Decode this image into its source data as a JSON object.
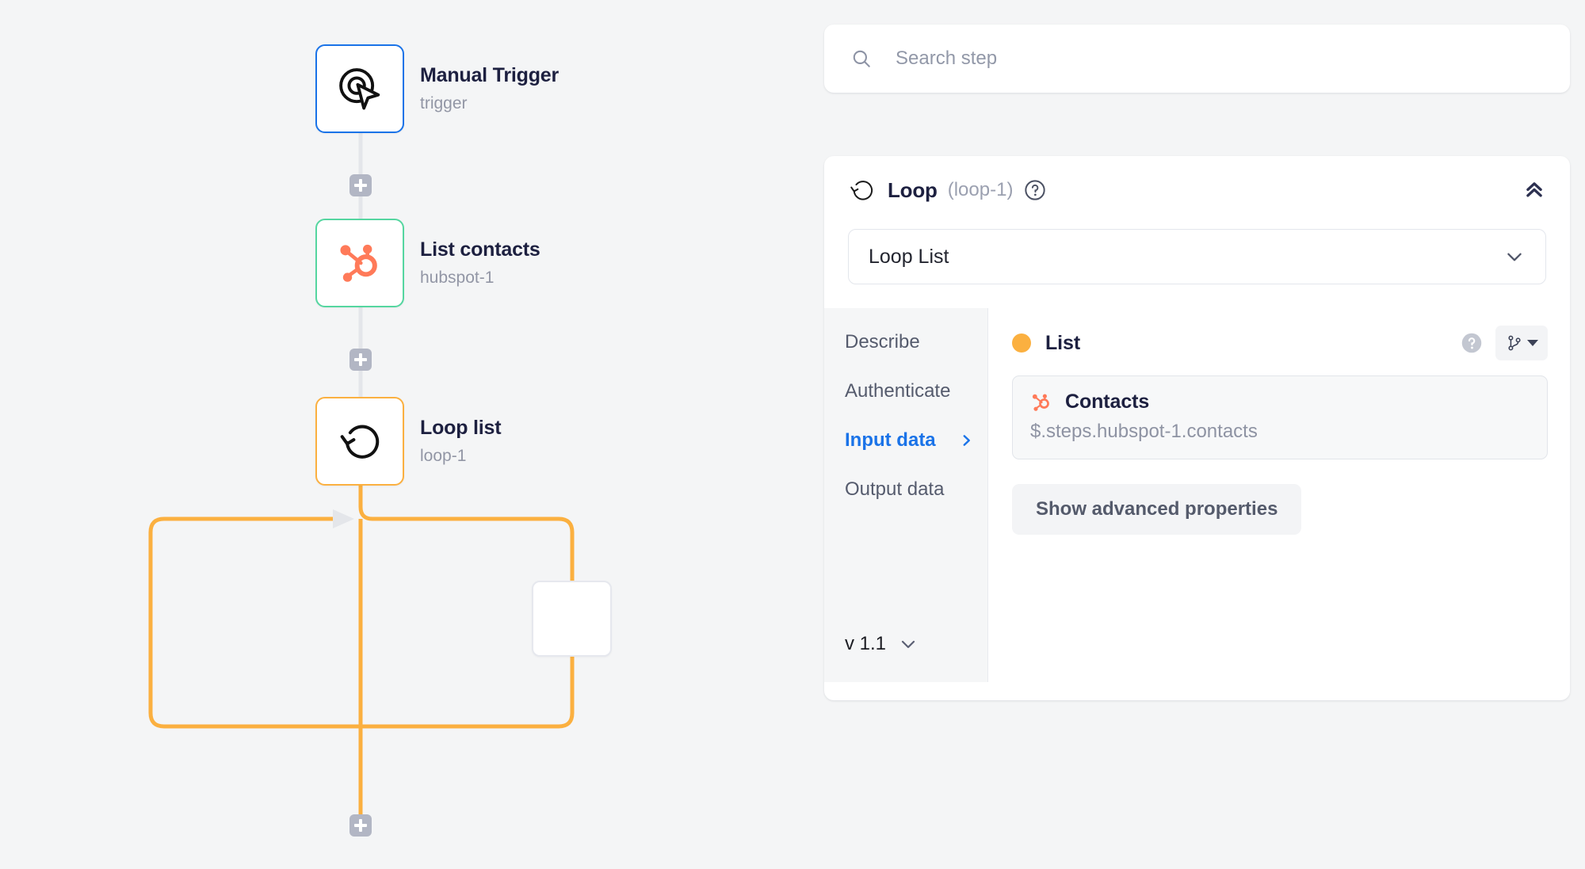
{
  "canvas": {
    "nodes": [
      {
        "title": "Manual Trigger",
        "subtitle": "trigger",
        "icon": "cursor-click-icon",
        "accent": "#1a73e8"
      },
      {
        "title": "List contacts",
        "subtitle": "hubspot-1",
        "icon": "hubspot-icon",
        "accent": "#55d6a0"
      },
      {
        "title": "Loop list",
        "subtitle": "loop-1",
        "icon": "loop-icon",
        "accent": "#fbb040"
      }
    ],
    "add_step_buttons": 3,
    "loop_path_color": "#fbb040",
    "connector_color": "#e4e6ea"
  },
  "search": {
    "placeholder": "Search step",
    "value": "",
    "icon": "search-icon"
  },
  "step_panel": {
    "icon": "loop-icon",
    "title": "Loop",
    "id": "(loop-1)",
    "help_icon": "question-mark-circle-icon",
    "collapse_icon": "double-chevron-up-icon",
    "operation": {
      "label": "Loop List",
      "caret_icon": "chevron-down-icon"
    },
    "nav": [
      {
        "label": "Describe",
        "active": false
      },
      {
        "label": "Authenticate",
        "active": false
      },
      {
        "label": "Input data",
        "active": true
      },
      {
        "label": "Output data",
        "active": false
      }
    ],
    "nav_active_caret": "chevron-right-icon",
    "version": {
      "label": "v 1.1",
      "caret_icon": "chevron-down-icon"
    },
    "field": {
      "label": "List",
      "required_dot_color": "#fbb040",
      "help_icon": "question-mark-circle-icon",
      "variable_picker": {
        "icon": "git-branch-icon",
        "caret_icon": "caret-down-icon"
      },
      "value": {
        "icon": "hubspot-icon",
        "title": "Contacts",
        "path": "$.steps.hubspot-1.contacts"
      }
    },
    "advanced_button": "Show advanced properties"
  },
  "colors": {
    "background": "#f4f5f6",
    "accent_blue": "#1a73e8",
    "accent_green": "#55d6a0",
    "accent_orange": "#fbb040",
    "hubspot_orange": "#ff7a59",
    "text_dark": "#1d2040",
    "text_muted": "#9296a5"
  }
}
